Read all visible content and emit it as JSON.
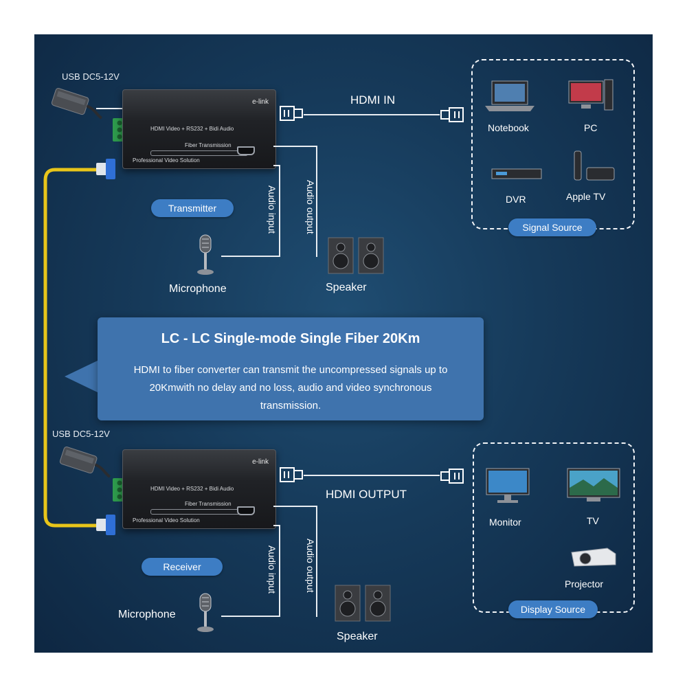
{
  "transmitter": {
    "power_label": "USB DC5-12V",
    "device": {
      "brand": "e-link",
      "title": "HDMI Video + RS232 + Bidi Audio",
      "fiber": "Fiber Transmission",
      "footer": "Professional Video Solution"
    },
    "role": "Transmitter",
    "hdmi_label": "HDMI IN",
    "audio_input_label": "Audio input",
    "audio_output_label": "Audio output",
    "mic_label": "Microphone",
    "speaker_label": "Speaker"
  },
  "signal_source": {
    "title": "Signal Source",
    "items": [
      "Notebook",
      "PC",
      "DVR",
      "Apple TV"
    ]
  },
  "callout": {
    "heading": "LC - LC Single-mode Single Fiber 20Km",
    "body": "HDMI to fiber converter can transmit the uncompressed signals up to 20Kmwith no delay and no loss, audio and video synchronous transmission."
  },
  "receiver": {
    "power_label": "USB DC5-12V",
    "device": {
      "brand": "e-link",
      "title": "HDMI Video + RS232 + Bidi Audio",
      "fiber": "Fiber Transmission",
      "footer": "Professional Video Solution"
    },
    "role": "Receiver",
    "hdmi_label": "HDMI OUTPUT",
    "audio_input_label": "Audio input",
    "audio_output_label": "Audio output",
    "mic_label": "Microphone",
    "speaker_label": "Speaker"
  },
  "display_source": {
    "title": "Display Source",
    "items": [
      "Monitor",
      "TV",
      "Projector"
    ]
  },
  "colors": {
    "background": "#163a5a",
    "accent_pill": "#3d7dc4",
    "fiber_yellow": "#e8c51a",
    "callout": "#3f73ad"
  }
}
